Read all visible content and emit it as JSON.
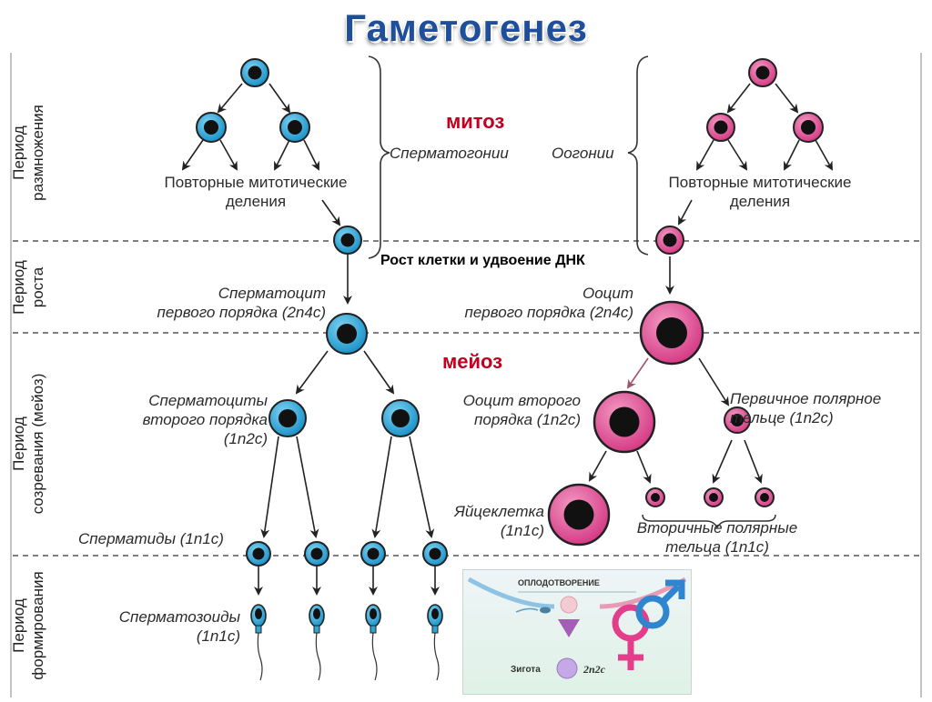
{
  "title": "Гаметогенез",
  "periods": [
    {
      "id": "reproduction",
      "label": "Период\nразмножения"
    },
    {
      "id": "growth",
      "label": "Период\nроста"
    },
    {
      "id": "maturation",
      "label": "Период\nсозревания (мейоз)"
    },
    {
      "id": "formation",
      "label": "Период\nформирования"
    }
  ],
  "annotations": {
    "mitosis": "митоз",
    "meiosis": "мейоз",
    "growth_note": "Рост клетки и удвоение ДНК"
  },
  "spermatogenesis": {
    "repeated_divisions": "Повторные митотические\nделения",
    "spermatogonia": "Сперматогонии",
    "spermatocyte_1": "Сперматоцит\nпервого порядка (2n4c)",
    "spermatocytes_2": "Сперматоциты\nвторого порядка\n(1n2c)",
    "spermatids": "Сперматиды (1n1c)",
    "spermatozoa": "Сперматозоиды\n(1n1c)"
  },
  "oogenesis": {
    "oogonia": "Оогонии",
    "repeated_divisions": "Повторные митотические\nделения",
    "oocyte_1": "Ооцит\nпервого порядка (2n4c)",
    "oocyte_2": "Ооцит второго\nпорядка (1n2c)",
    "first_polar_body": "Первичное полярное\nтельце (1n2c)",
    "egg": "Яйцеклетка\n(1n1c)",
    "secondary_polar_bodies": "Вторичные полярные\nтельца (1n1c)"
  },
  "inset": {
    "fertilization": "ОПЛОДОТВОРЕНИЕ",
    "zygote": "Зигота",
    "ploidy": "2n2c"
  },
  "colors": {
    "title": "#1f4e9a",
    "sperm_cell": "#2aa6d8",
    "egg_cell": "#e0569a",
    "accent_red": "#c0001d",
    "nucleus": "#111111"
  }
}
